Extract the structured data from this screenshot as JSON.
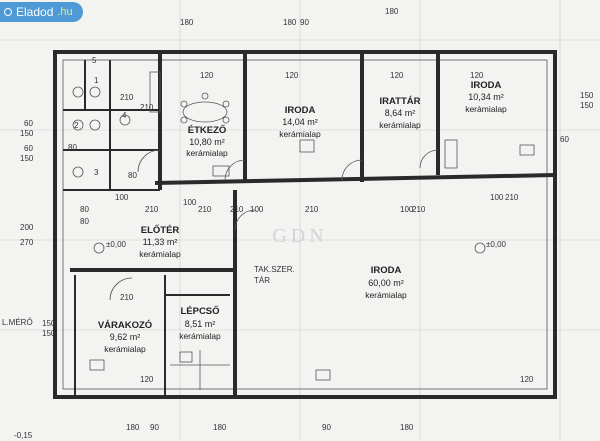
{
  "badge": {
    "brand": "Eladod",
    "suffix": ".hu"
  },
  "watermark": "GDN",
  "rooms": [
    {
      "id": "etkezo",
      "name": "ÉTKEZŐ",
      "area": "10,80 m²",
      "floor": "kerámialap"
    },
    {
      "id": "iroda1",
      "name": "IRODA",
      "area": "14,04 m²",
      "floor": "kerámialap"
    },
    {
      "id": "irattar",
      "name": "IRATTÁR",
      "area": "8,64 m²",
      "floor": "kerámialap"
    },
    {
      "id": "iroda2",
      "name": "IRODA",
      "area": "10,34 m²",
      "floor": "kerámialap"
    },
    {
      "id": "eloter",
      "name": "ELŐTÉR",
      "area": "11,33 m²",
      "floor": "kerámialap"
    },
    {
      "id": "iroda3",
      "name": "IRODA",
      "area": "60,00 m²",
      "floor": "kerámialap"
    },
    {
      "id": "varakozo",
      "name": "VÁRAKOZÓ",
      "area": "9,62 m²",
      "floor": "kerámialap"
    },
    {
      "id": "lepcso",
      "name": "LÉPCSŐ",
      "area": "8,51 m²",
      "floor": "kerámialap"
    }
  ],
  "labels": {
    "tak_szer": "TAK.SZER.",
    "tar": "TÁR",
    "l_mero": "L.MÉRŐ",
    "level_1": "±0,00",
    "level_2": "±0,00",
    "level_3": "-0,15"
  },
  "dimensions": [
    "120",
    "120",
    "120",
    "120",
    "120",
    "120",
    "150",
    "150",
    "150",
    "150",
    "150",
    "150",
    "60",
    "60",
    "60",
    "80",
    "80",
    "80",
    "80",
    "100",
    "100",
    "100",
    "100",
    "100",
    "210",
    "210",
    "210",
    "210",
    "210",
    "210",
    "210",
    "210",
    "210",
    "200",
    "270",
    "180",
    "180",
    "180",
    "180",
    "180",
    "180",
    "90",
    "90",
    "90",
    "1",
    "2",
    "3",
    "4",
    "5"
  ]
}
